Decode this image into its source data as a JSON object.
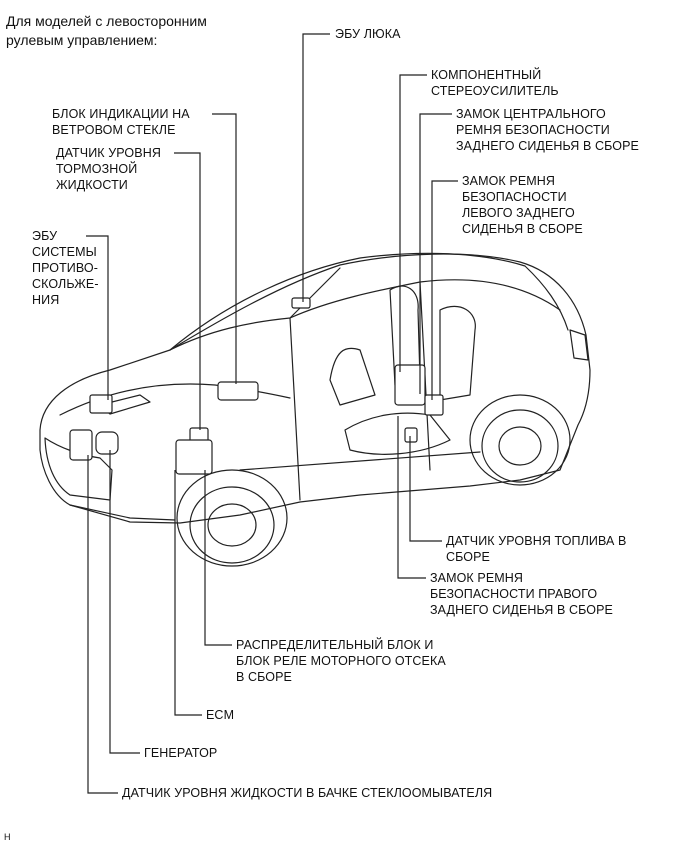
{
  "title": "Для моделей с левосторонним\nрулевым управлением:",
  "figure_code": "H",
  "labels": {
    "sunroof_ecu": "ЭБУ ЛЮКА",
    "stereo_amp": "КОМПОНЕНТНЫЙ\nСТЕРЕОУСИЛИТЕЛЬ",
    "hud": "БЛОК ИНДИКАЦИИ НА\nВЕТРОВОМ СТЕКЛЕ",
    "center_buckle": "ЗАМОК ЦЕНТРАЛЬНОГО\nРЕМНЯ БЕЗОПАСНОСТИ\nЗАДНЕГО СИДЕНЬЯ В СБОРЕ",
    "brake_fluid": "ДАТЧИК УРОВНЯ\nТОРМОЗНОЙ\nЖИДКОСТИ",
    "left_buckle": "ЗАМОК РЕМНЯ\nБЕЗОПАСНОСТИ\nЛЕВОГО ЗАДНЕГО\nСИДЕНЬЯ В СБОРЕ",
    "skid_ecu": "ЭБУ\nСИСТЕМЫ\nПРОТИВО-\nСКОЛЬЖЕ-\nНИЯ",
    "fuel_sender": "ДАТЧИК УРОВНЯ ТОПЛИВА В\nСБОРЕ",
    "right_buckle": "ЗАМОК РЕМНЯ\nБЕЗОПАСНОСТИ ПРАВОГО\nЗАДНЕГО СИДЕНЬЯ В СБОРЕ",
    "junction_block": "РАСПРЕДЕЛИТЕЛЬНЫЙ БЛОК И\nБЛОК РЕЛЕ МОТОРНОГО ОТСЕКА\nВ СБОРЕ",
    "ecm": "ECM",
    "generator": "ГЕНЕРАТОР",
    "washer_level": "ДАТЧИК УРОВНЯ ЖИДКОСТИ В БАЧКЕ СТЕКЛООМЫВАТЕЛЯ"
  }
}
